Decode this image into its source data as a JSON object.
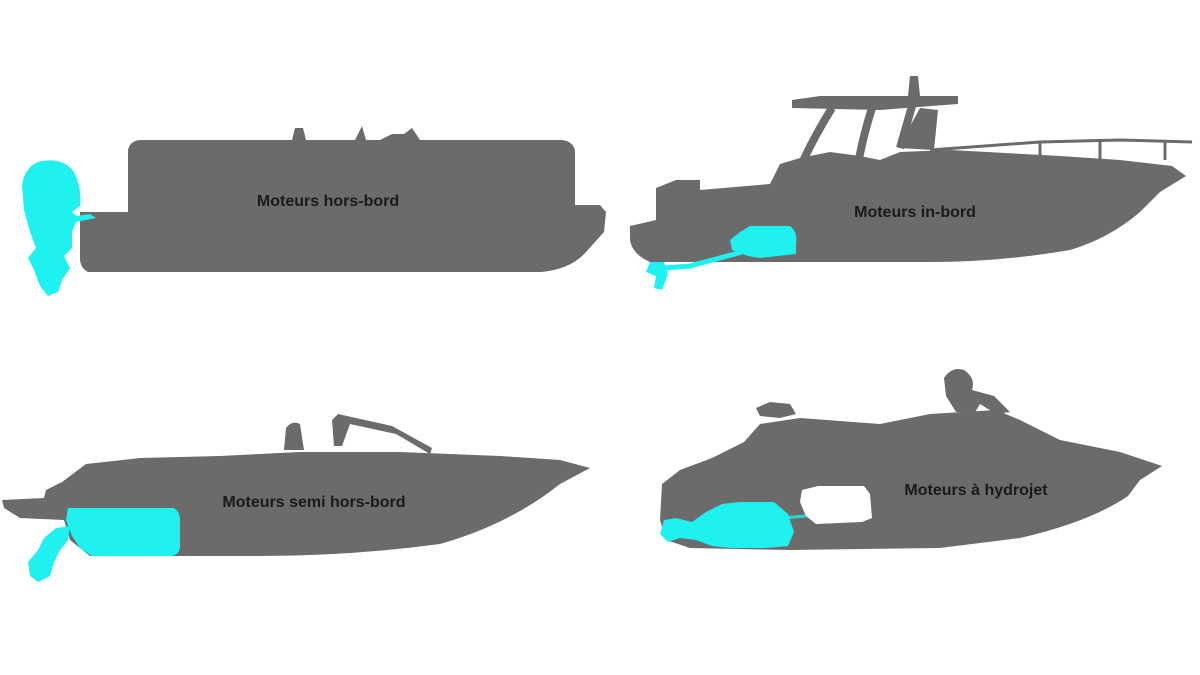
{
  "boats": {
    "outboard": {
      "label": "Moteurs hors-bord"
    },
    "inboard": {
      "label": "Moteurs in-bord"
    },
    "sterndrive": {
      "label": "Moteurs semi hors-bord"
    },
    "jet": {
      "label": "Moteurs à hydrojet"
    }
  },
  "colors": {
    "hull": "#6b6b6b",
    "engine": "#1ff0f0",
    "background": "#ffffff",
    "text": "#1a1a1a"
  }
}
